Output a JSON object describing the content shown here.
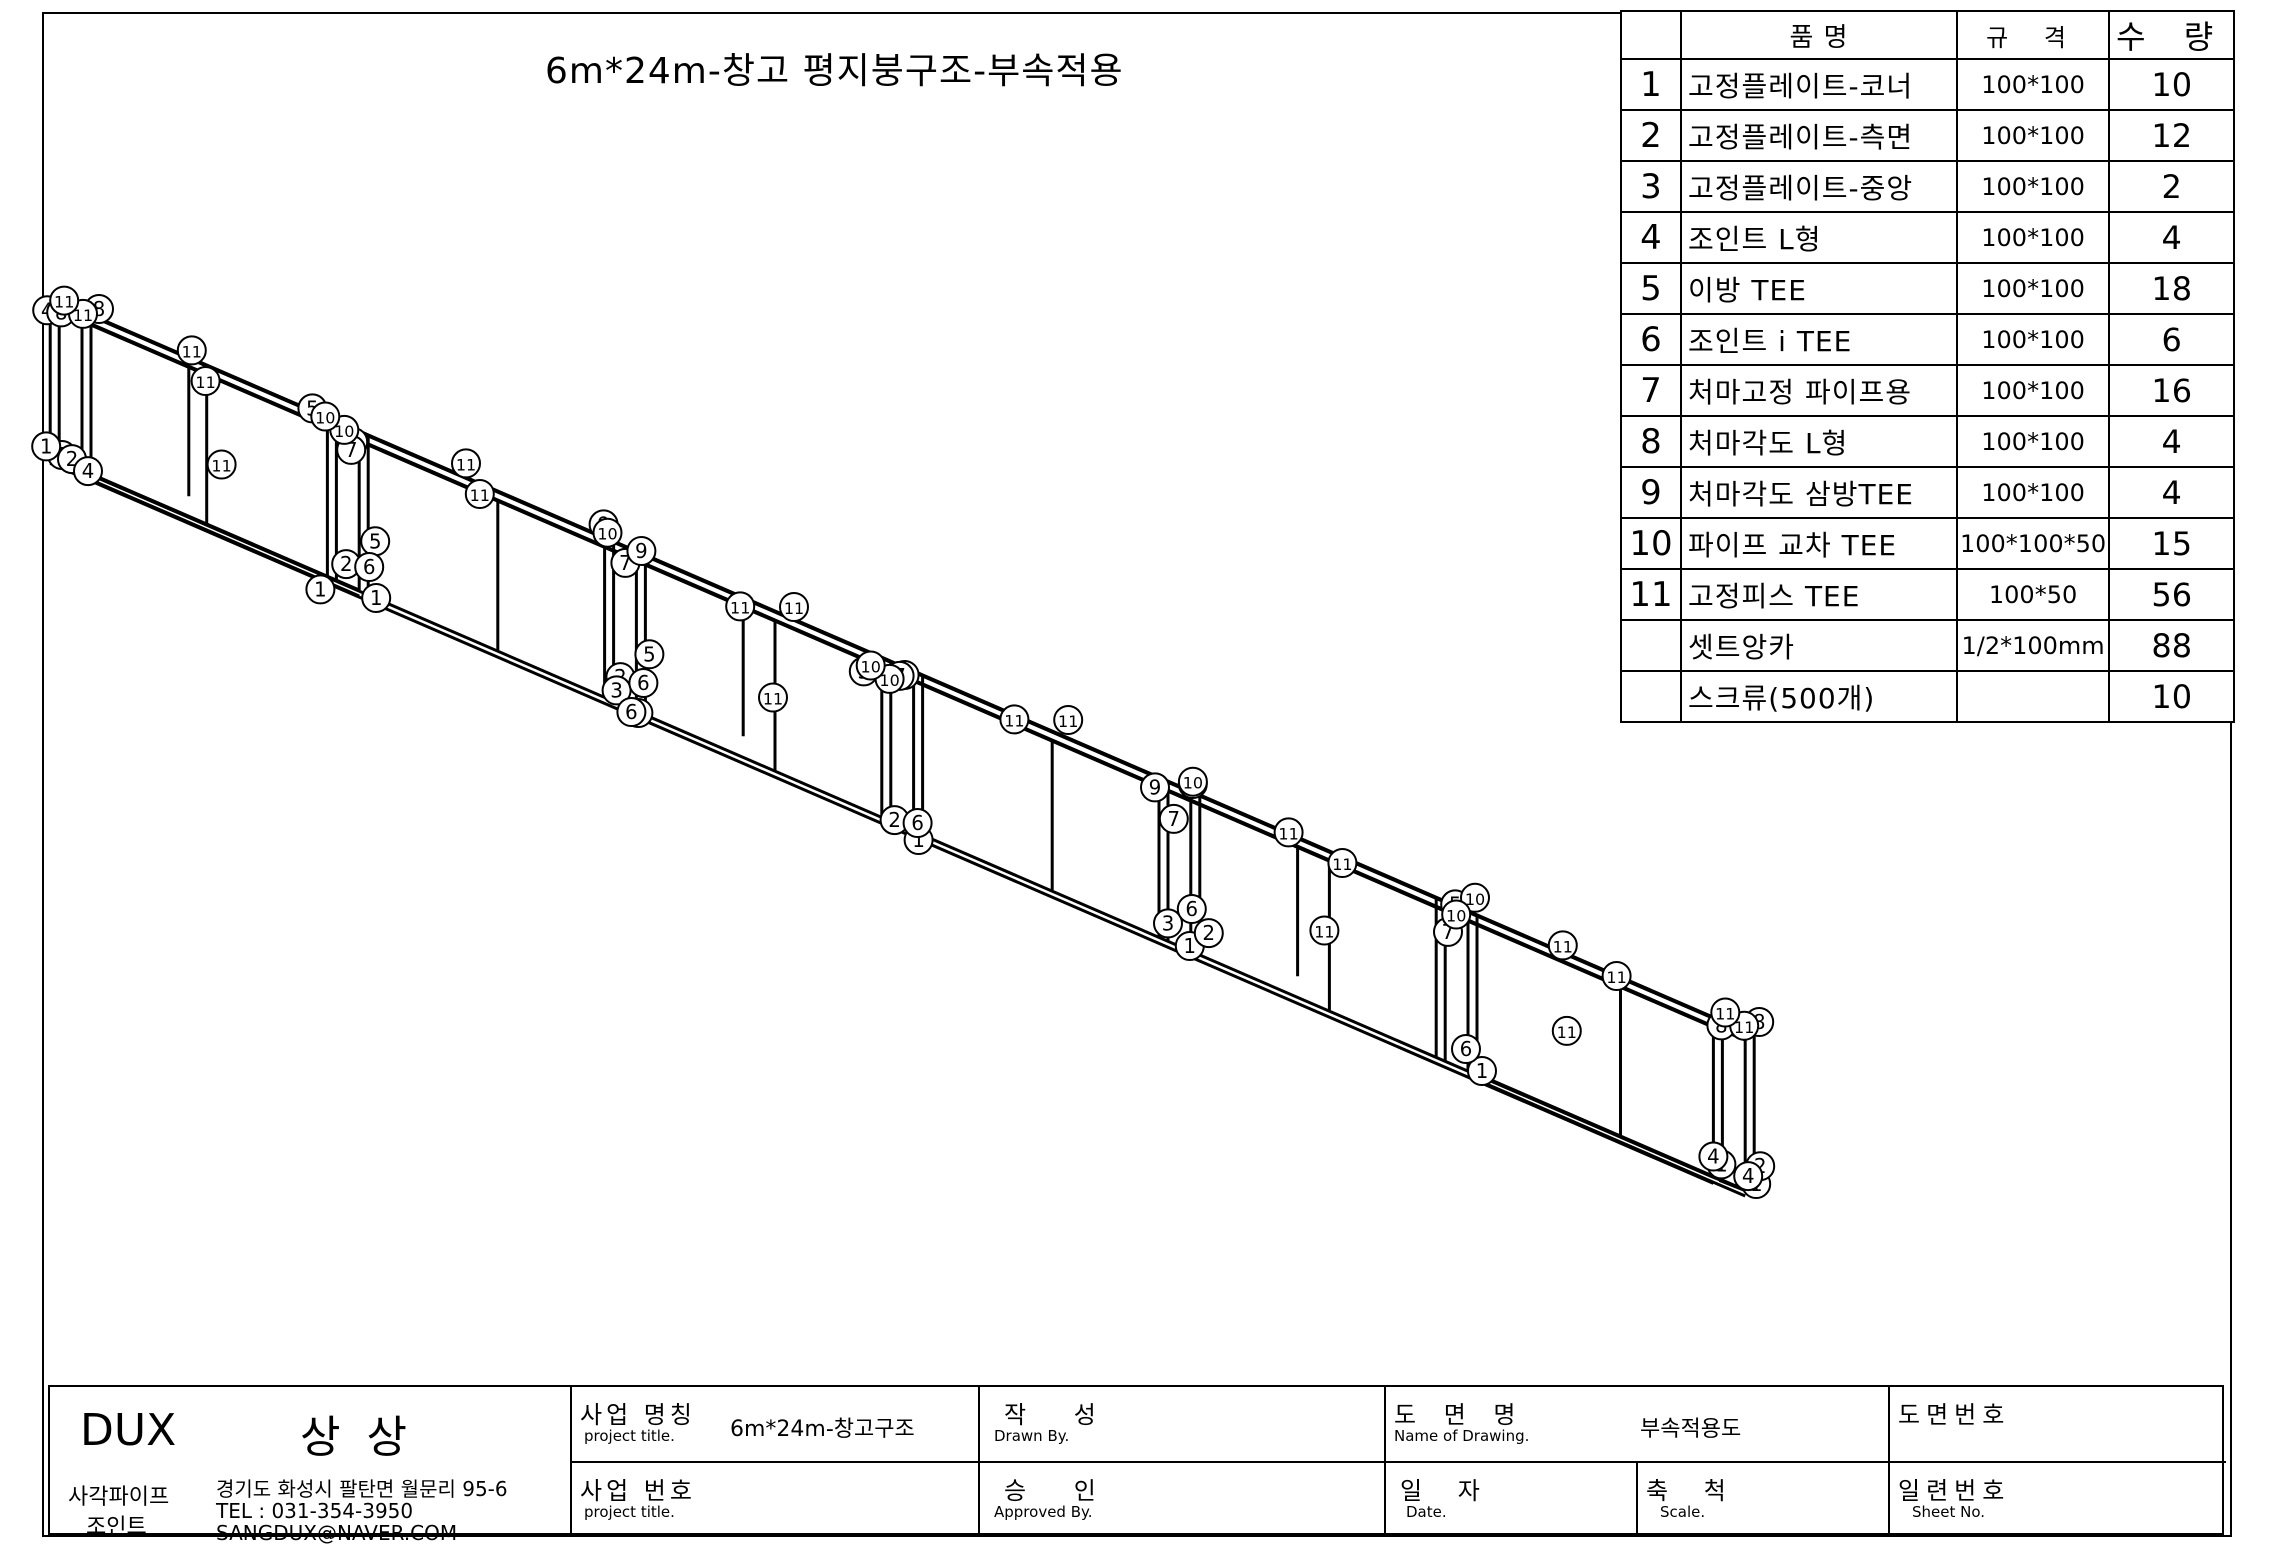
{
  "drawing_title": "6m*24m-창고 평지붕구조-부속적용",
  "parts_table": {
    "headers": {
      "name": "품 명",
      "spec": "규 격",
      "qty": "수 량"
    },
    "rows": [
      {
        "no": "1",
        "name": "고정플레이트-코너",
        "spec": "100*100",
        "qty": "10"
      },
      {
        "no": "2",
        "name": "고정플레이트-측면",
        "spec": "100*100",
        "qty": "12"
      },
      {
        "no": "3",
        "name": "고정플레이트-중앙",
        "spec": "100*100",
        "qty": "2"
      },
      {
        "no": "4",
        "name": "조인트 L형",
        "spec": "100*100",
        "qty": "4"
      },
      {
        "no": "5",
        "name": "이방 TEE",
        "spec": "100*100",
        "qty": "18"
      },
      {
        "no": "6",
        "name": "조인트 i TEE",
        "spec": "100*100",
        "qty": "6"
      },
      {
        "no": "7",
        "name": "처마고정 파이프용",
        "spec": "100*100",
        "qty": "16"
      },
      {
        "no": "8",
        "name": "처마각도 L형",
        "spec": "100*100",
        "qty": "4"
      },
      {
        "no": "9",
        "name": "처마각도 삼방TEE",
        "spec": "100*100",
        "qty": "4"
      },
      {
        "no": "10",
        "name": "파이프 교차 TEE",
        "spec": "100*100*50",
        "qty": "15"
      },
      {
        "no": "11",
        "name": "고정피스 TEE",
        "spec": "100*50",
        "qty": "56"
      },
      {
        "no": "",
        "name": "셋트앙카",
        "spec": "1/2*100mm",
        "qty": "88"
      },
      {
        "no": "",
        "name": "스크류(500개)",
        "spec": "",
        "qty": "10"
      }
    ]
  },
  "title_block": {
    "company": {
      "logo": "DUX",
      "name": "상 상",
      "product1": "사각파이프",
      "product2": "조인트",
      "address": "경기도 화성시 팔탄면 월문리 95-6",
      "tel": "TEL : 031-354-3950",
      "email": "SANGDUX@NAVER.COM"
    },
    "project_name": {
      "label": "사업 명칭",
      "sub": "project title.",
      "value": "6m*24m-창고구조"
    },
    "project_no": {
      "label": "사업 번호",
      "sub": "project title."
    },
    "drawn_by": {
      "label": "작 성",
      "sub": "Drawn By."
    },
    "approved_by": {
      "label": "승 인",
      "sub": "Approved By."
    },
    "drawing_name": {
      "label": "도 면 명",
      "sub": "Name of Drawing.",
      "value": "부속적용도"
    },
    "date": {
      "label": "일 자",
      "sub": "Date."
    },
    "scale": {
      "label": "축 척",
      "sub": "Scale."
    },
    "drawing_no": {
      "label": "도면번호"
    },
    "sheet_no": {
      "label": "일련번호",
      "sub": "Sheet No."
    }
  },
  "callouts": [
    "1",
    "1",
    "1",
    "1",
    "1",
    "1",
    "1",
    "1",
    "1",
    "1",
    "2",
    "2",
    "2",
    "2",
    "2",
    "2",
    "3",
    "3",
    "4",
    "4",
    "4",
    "4",
    "5",
    "5",
    "5",
    "5",
    "5",
    "5",
    "5",
    "5",
    "6",
    "6",
    "6",
    "6",
    "6",
    "6",
    "7",
    "7",
    "7",
    "7",
    "7",
    "8",
    "8",
    "8",
    "8",
    "9",
    "9",
    "9",
    "9",
    "10",
    "10",
    "10",
    "10",
    "10",
    "10",
    "10",
    "10",
    "11",
    "11",
    "11",
    "11",
    "11",
    "11",
    "11",
    "11",
    "11",
    "11",
    "11",
    "11",
    "11",
    "11",
    "11",
    "11",
    "11",
    "11",
    "11",
    "11"
  ]
}
